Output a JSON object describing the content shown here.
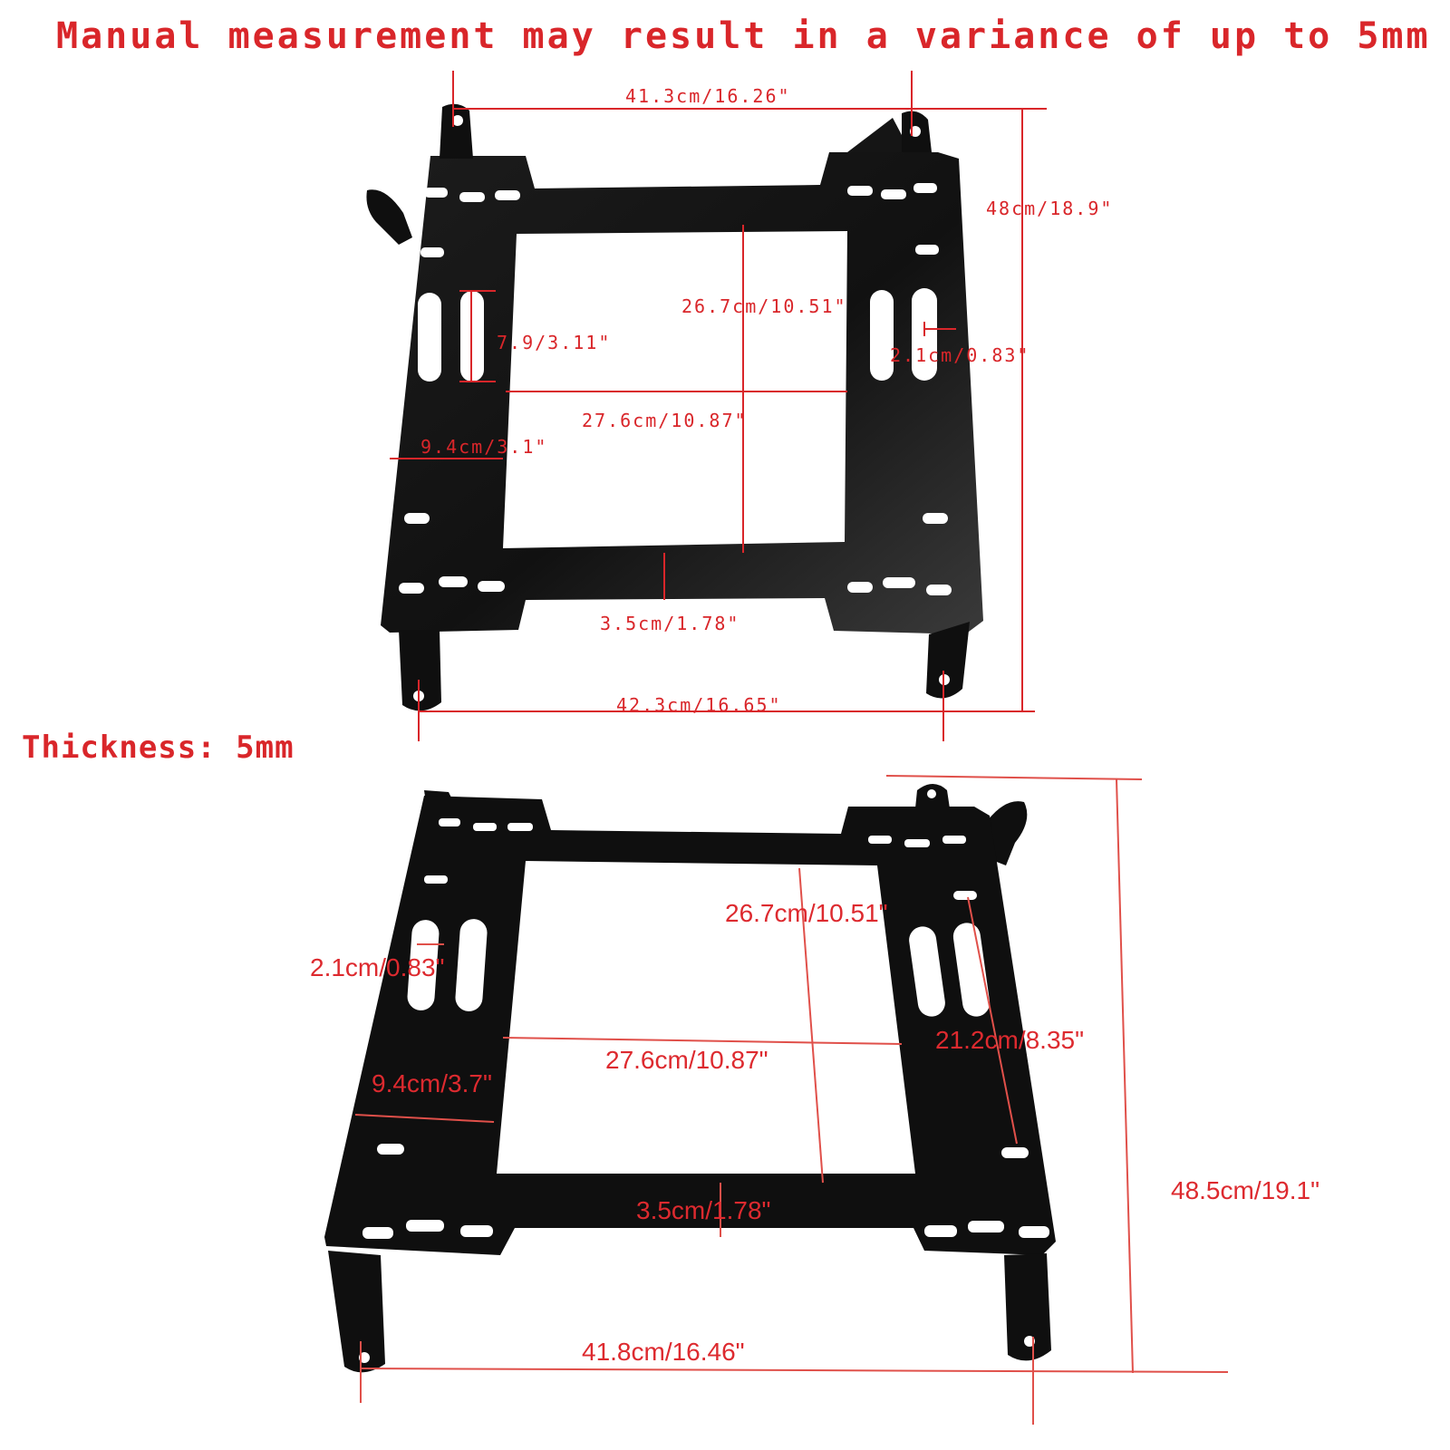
{
  "header_note": "Manual measurement may result in a variance of up to 5mm",
  "thickness_note": "Thickness: 5mm",
  "colors": {
    "annotation": "#d9262a",
    "bracket": "#0f0f0f",
    "background": "#ffffff"
  },
  "top_bracket": {
    "top_width": "41.3cm/16.26\"",
    "overall_length": "48cm/18.9\"",
    "opening_length": "26.7cm/10.51\"",
    "left_slot_length": "7.9/3.11\"",
    "right_slot_spacing": "2.1cm/0.83\"",
    "opening_width": "27.6cm/10.87\"",
    "side_rail_width": "9.4cm/3.1\"",
    "bottom_rail_depth": "3.5cm/1.78\"",
    "bottom_width": "42.3cm/16.65\""
  },
  "bottom_bracket": {
    "opening_length": "26.7cm/10.51\"",
    "slot_spacing": "2.1cm/0.83\"",
    "opening_width": "27.6cm/10.87\"",
    "side_slot_span": "21.2cm/8.35\"",
    "side_rail_width": "9.4cm/3.7\"",
    "bottom_rail_depth": "3.5cm/1.78\"",
    "overall_length": "48.5cm/19.1\"",
    "bottom_width": "41.8cm/16.46\""
  }
}
